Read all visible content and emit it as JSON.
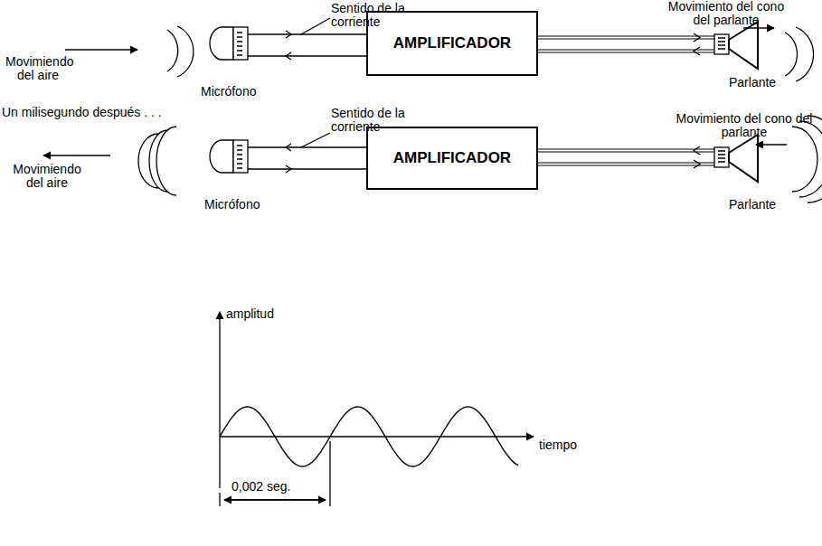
{
  "diagram": {
    "nodes": [
      {
        "text": [
          "AMPLIFICADOR"
        ]
      },
      {
        "text": [
          "AMPLIFICADOR"
        ]
      }
    ],
    "labels": [
      "Movimiendo del aire",
      "Sentido de la corriente",
      "Movimiento del cono del parlante",
      "Micrófono",
      "Parlante",
      "Un milisegundo después . . .",
      "Movimiendo del aire",
      "Sentido de la corriente",
      "Movimiento del cono del parlante",
      "Micrófono",
      "Parlante",
      "amplitud",
      "tiempo",
      "0,002 seg."
    ]
  }
}
